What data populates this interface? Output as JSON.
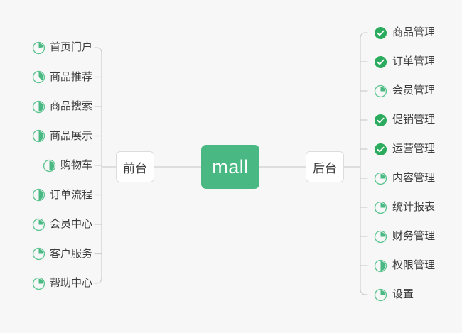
{
  "diagram": {
    "title": "mall",
    "background_color": "#f7f7f7",
    "accent_color": "#4ab883",
    "line_color": "#cfcfcf",
    "text_color": "#3c3c3c"
  },
  "center": {
    "label": "mall"
  },
  "branches": [
    {
      "id": "frontend",
      "label": "前台"
    },
    {
      "id": "backend",
      "label": "后台"
    }
  ],
  "frontend_items": [
    {
      "label": "首页门户",
      "icon": "pie-progress-icon",
      "progress": 22
    },
    {
      "label": "商品推荐",
      "icon": "pie-progress-icon",
      "progress": 38
    },
    {
      "label": "商品搜索",
      "icon": "pie-progress-icon",
      "progress": 50
    },
    {
      "label": "商品展示",
      "icon": "pie-progress-icon",
      "progress": 50
    },
    {
      "label": "购物车",
      "icon": "pie-progress-icon",
      "progress": 50
    },
    {
      "label": "订单流程",
      "icon": "pie-progress-icon",
      "progress": 50
    },
    {
      "label": "会员中心",
      "icon": "pie-progress-icon",
      "progress": 25
    },
    {
      "label": "客户服务",
      "icon": "pie-progress-icon",
      "progress": 25
    },
    {
      "label": "帮助中心",
      "icon": "pie-progress-icon",
      "progress": 25
    }
  ],
  "backend_items": [
    {
      "label": "商品管理",
      "icon": "check-circle-icon",
      "progress": 100
    },
    {
      "label": "订单管理",
      "icon": "check-circle-icon",
      "progress": 100
    },
    {
      "label": "会员管理",
      "icon": "pie-progress-icon",
      "progress": 25
    },
    {
      "label": "促销管理",
      "icon": "check-circle-icon",
      "progress": 100
    },
    {
      "label": "运营管理",
      "icon": "check-circle-icon",
      "progress": 100
    },
    {
      "label": "内容管理",
      "icon": "pie-progress-icon",
      "progress": 25
    },
    {
      "label": "统计报表",
      "icon": "pie-progress-icon",
      "progress": 25
    },
    {
      "label": "财务管理",
      "icon": "pie-progress-icon",
      "progress": 25
    },
    {
      "label": "权限管理",
      "icon": "pie-progress-icon",
      "progress": 50
    },
    {
      "label": "设置",
      "icon": "pie-progress-icon",
      "progress": 25
    }
  ]
}
